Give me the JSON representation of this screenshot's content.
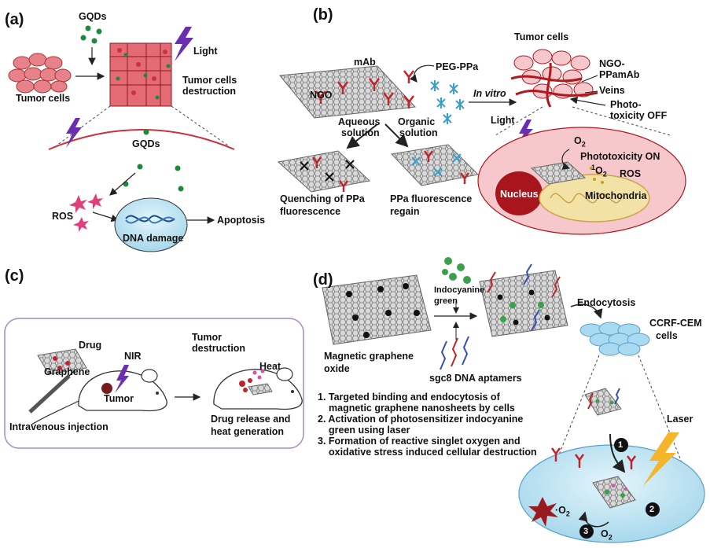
{
  "panels": {
    "a": "(a)",
    "b": "(b)",
    "c": "(c)",
    "d": "(d)"
  },
  "panel_a": {
    "gqds_top": "GQDs",
    "light": "Light",
    "tumor_cells": "Tumor cells",
    "destruction_line1": "Tumor cells",
    "destruction_line2": "destruction",
    "gqds_mid": "GQDs",
    "ros": "ROS",
    "dna_damage": "DNA damage",
    "apoptosis": "Apoptosis"
  },
  "panel_b": {
    "tumor_cells": "Tumor cells",
    "mab": "mAb",
    "peg_ppa": "PEG-PPa",
    "ngo": "NGO",
    "in_vitro": "In vitro",
    "ngo_ppamab_1": "NGO-",
    "ngo_ppamab_2": "PPamAb",
    "veins": "Veins",
    "photo_1": "Photo-",
    "photo_2": "toxicity OFF",
    "aqueous_1": "Aqueous",
    "aqueous_2": "solution",
    "organic_1": "Organic",
    "organic_2": "solution",
    "light": "Light",
    "o2": "O",
    "o2_sub": "2",
    "phototoxicity_on": "Phototoxicity ON",
    "singlet_sup": "1",
    "singlet_o": "O",
    "singlet_sub": "2",
    "ros": "ROS",
    "nucleus": "Nucleus",
    "mitochondria": "Mitochondria",
    "quench_1": "Quenching of PPa",
    "quench_2": "fluorescence",
    "regain_1": "PPa fluorescence",
    "regain_2": "regain"
  },
  "panel_c": {
    "drug": "Drug",
    "graphene": "Graphene",
    "nir": "NIR",
    "tumor": "Tumor",
    "tumor_destruction_1": "Tumor",
    "tumor_destruction_2": "destruction",
    "heat": "Heat",
    "intravenous": "Intravenous injection",
    "release_1": "Drug release and",
    "release_2": "heat generation"
  },
  "panel_d": {
    "mgo_1": "Magnetic graphene",
    "mgo_2": "oxide",
    "icg_1": "Indocyanine",
    "icg_2": "green",
    "endocytosis": "Endocytosis",
    "ccrf_1": "CCRF-CEM",
    "ccrf_2": "cells",
    "aptamers": "sgc8 DNA aptamers",
    "steps": [
      "1. Targeted binding and endocytosis of",
      "magnetic graphene nanosheets by cells",
      "2. Activation of photosensitizer indocyanine",
      "green using laser",
      "3. Formation of reactive singlet oxygen and",
      "oxidative stress induced cellular destruction"
    ],
    "laser": "Laser",
    "o2_left": "·O",
    "o2_left_sub": "2",
    "o2_bottom": "O",
    "o2_bottom_sub": "2",
    "badge_1": "1",
    "badge_2": "2",
    "badge_3": "3"
  },
  "colors": {
    "tumor_cell": "#e8828a",
    "tumor_dark": "#c8323c",
    "gqd": "#1e8a3a",
    "ros_star": "#e0407a",
    "dna_cell": "#bfe3f2",
    "light_bolt": "#6a2fb0",
    "vein": "#b0181e",
    "cell_pink": "#f6c8cc",
    "nucleus": "#a8151c",
    "mito": "#f3e2a6",
    "frame_purple": "#a58bbf",
    "laser": "#f5b52a",
    "ccrf": "#a9daf2",
    "dark_ros": "#9a1a22"
  }
}
